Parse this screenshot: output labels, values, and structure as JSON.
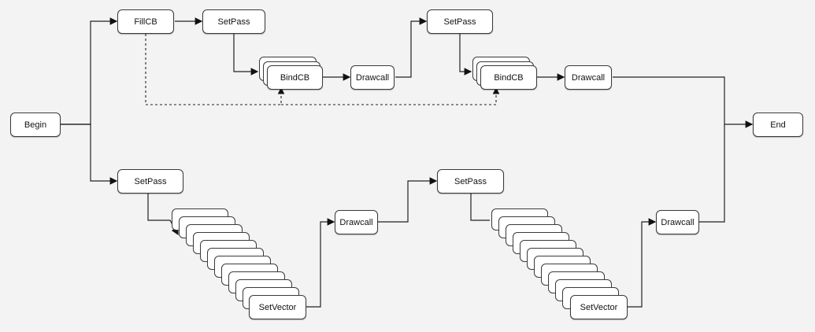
{
  "nodes": {
    "begin": "Begin",
    "end": "End",
    "fillcb": "FillCB",
    "setpass_top_1": "SetPass",
    "bindcb_1": "BindCB",
    "drawcall_top_1": "Drawcall",
    "setpass_top_2": "SetPass",
    "bindcb_2": "BindCB",
    "drawcall_top_2": "Drawcall",
    "setpass_bottom_1": "SetPass",
    "setvector_1": "SetVector",
    "drawcall_bottom_1": "Drawcall",
    "setpass_bottom_2": "SetPass",
    "setvector_2": "SetVector",
    "drawcall_bottom_2": "Drawcall"
  },
  "colors": {
    "background": "#f3f3f3",
    "node_fill": "#ffffff",
    "stroke": "#3a3a3a"
  }
}
